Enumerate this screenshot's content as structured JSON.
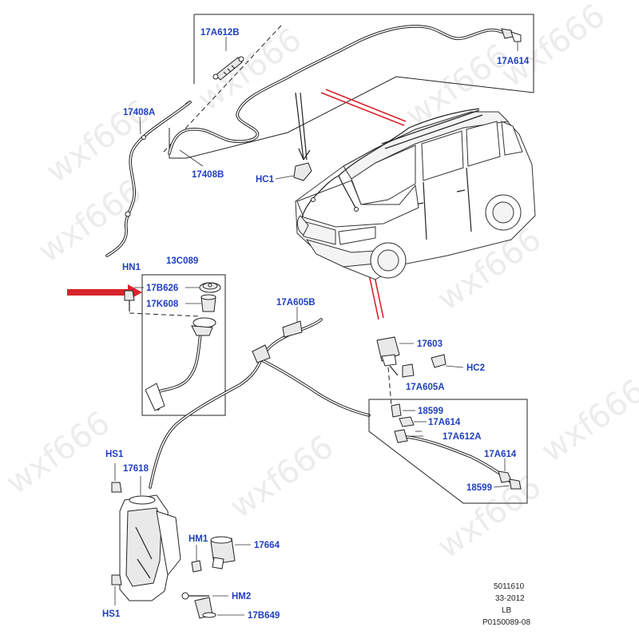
{
  "callouts": {
    "c_17A612B_top": "17A612B",
    "c_17A614_top": "17A614",
    "c_17408A": "17408A",
    "c_17408B": "17408B",
    "c_HC1": "HC1",
    "c_HN1": "HN1",
    "c_13C089": "13C089",
    "c_17B626": "17B626",
    "c_17K608": "17K608",
    "c_17A605B": "17A605B",
    "c_17603": "17603",
    "c_HC2": "HC2",
    "c_17A605A": "17A605A",
    "c_18599_a": "18599",
    "c_17A614_mid": "17A614",
    "c_17A612A": "17A612A",
    "c_17A614_low": "17A614",
    "c_18599_b": "18599",
    "c_HS1_top": "HS1",
    "c_17618": "17618",
    "c_HM1": "HM1",
    "c_17664": "17664",
    "c_HM2": "HM2",
    "c_HS1_bottom": "HS1",
    "c_17B649": "17B649"
  },
  "reference": {
    "code": "5011610",
    "date": "33-2012",
    "region": "LB",
    "plate": "P0150089-08"
  },
  "watermark": {
    "text": "wxf666"
  },
  "colors": {
    "callout": "#1f3fbf",
    "highlight_arrow": "#d8242d"
  }
}
